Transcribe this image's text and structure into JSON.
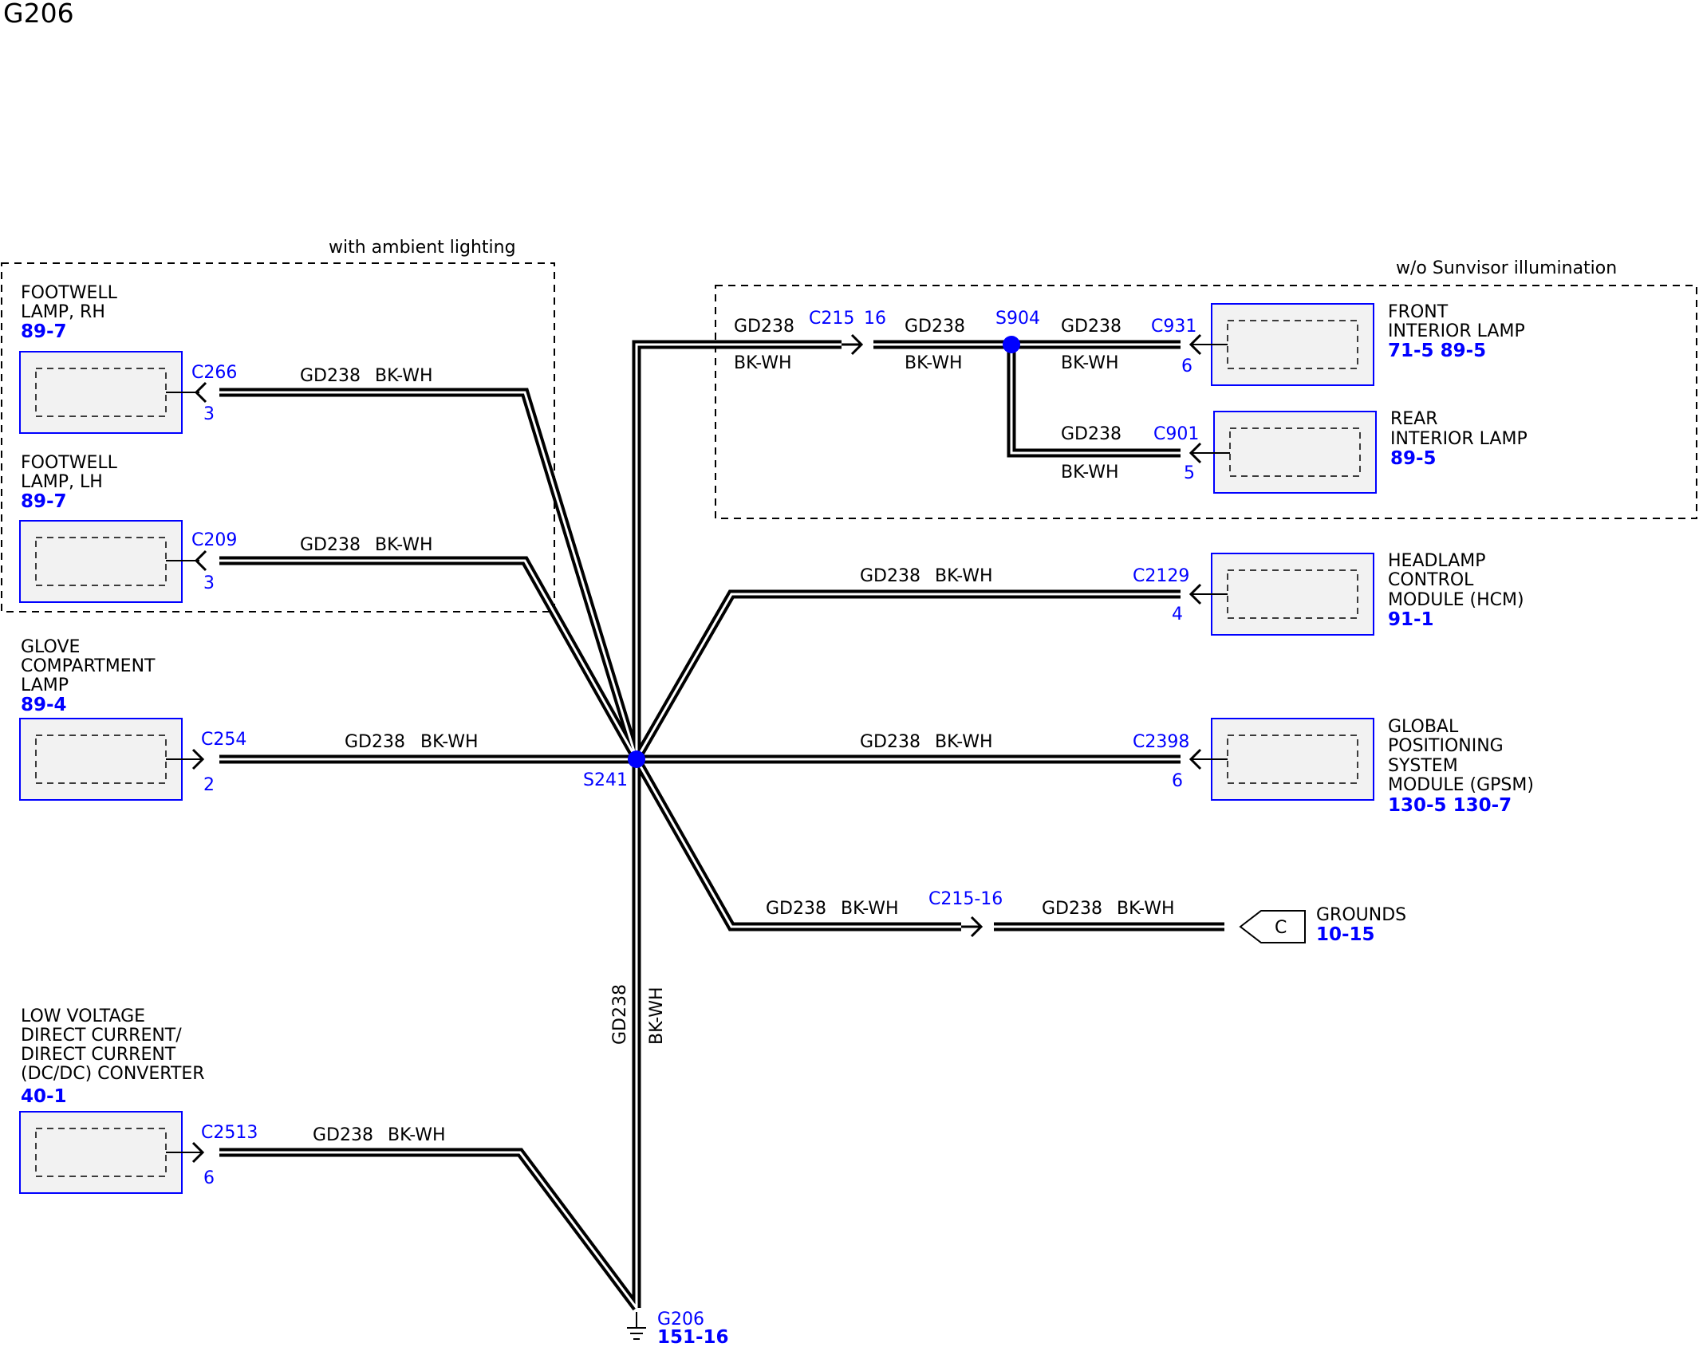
{
  "page": {
    "title": "G206"
  },
  "colors": {
    "wire": "#000000",
    "connector_text": "#0000ff",
    "splice": "#0000ff",
    "component_border": "#0000ff",
    "component_fill": "#f2f2f2"
  },
  "groups": {
    "ambient": "with ambient lighting",
    "sunvisor": "w/o Sunvisor illumination"
  },
  "wire": {
    "circuit": "GD238",
    "color": "BK-WH"
  },
  "components": {
    "footwell_rh": {
      "lines": [
        "FOOTWELL",
        "LAMP, RH"
      ],
      "ref": "89-7",
      "connector": "C266",
      "pin": "3"
    },
    "footwell_lh": {
      "lines": [
        "FOOTWELL",
        "LAMP, LH"
      ],
      "ref": "89-7",
      "connector": "C209",
      "pin": "3"
    },
    "glove": {
      "lines": [
        "GLOVE",
        "COMPARTMENT",
        "LAMP"
      ],
      "ref": "89-4",
      "connector": "C254",
      "pin": "2"
    },
    "dcdc": {
      "lines": [
        "LOW VOLTAGE",
        "DIRECT CURRENT/",
        "DIRECT CURRENT",
        "(DC/DC) CONVERTER"
      ],
      "ref": "40-1",
      "connector": "C2513",
      "pin": "6"
    },
    "front_interior": {
      "lines": [
        "FRONT",
        "INTERIOR LAMP"
      ],
      "ref": "71-5  89-5",
      "connector": "C931",
      "pin": "6"
    },
    "rear_interior": {
      "lines": [
        "REAR",
        "INTERIOR LAMP"
      ],
      "ref": "89-5",
      "connector": "C901",
      "pin": "5"
    },
    "hcm": {
      "lines": [
        "HEADLAMP",
        "CONTROL",
        "MODULE (HCM)"
      ],
      "ref": "91-1",
      "connector": "C2129",
      "pin": "4"
    },
    "gpsm": {
      "lines": [
        "GLOBAL",
        "POSITIONING",
        "SYSTEM",
        "MODULE (GPSM)"
      ],
      "ref": "130-5 130-7",
      "connector": "C2398",
      "pin": "6"
    },
    "grounds": {
      "lines": [
        "GROUNDS"
      ],
      "ref": "10-15",
      "symbol": "C"
    }
  },
  "inline_connectors": {
    "c215_top": "C215",
    "c215_top_pin": "16",
    "c215_bottom": "C215-16"
  },
  "splices": {
    "s241": "S241",
    "s904": "S904"
  },
  "ground": {
    "name": "G206",
    "ref": "151-16"
  }
}
